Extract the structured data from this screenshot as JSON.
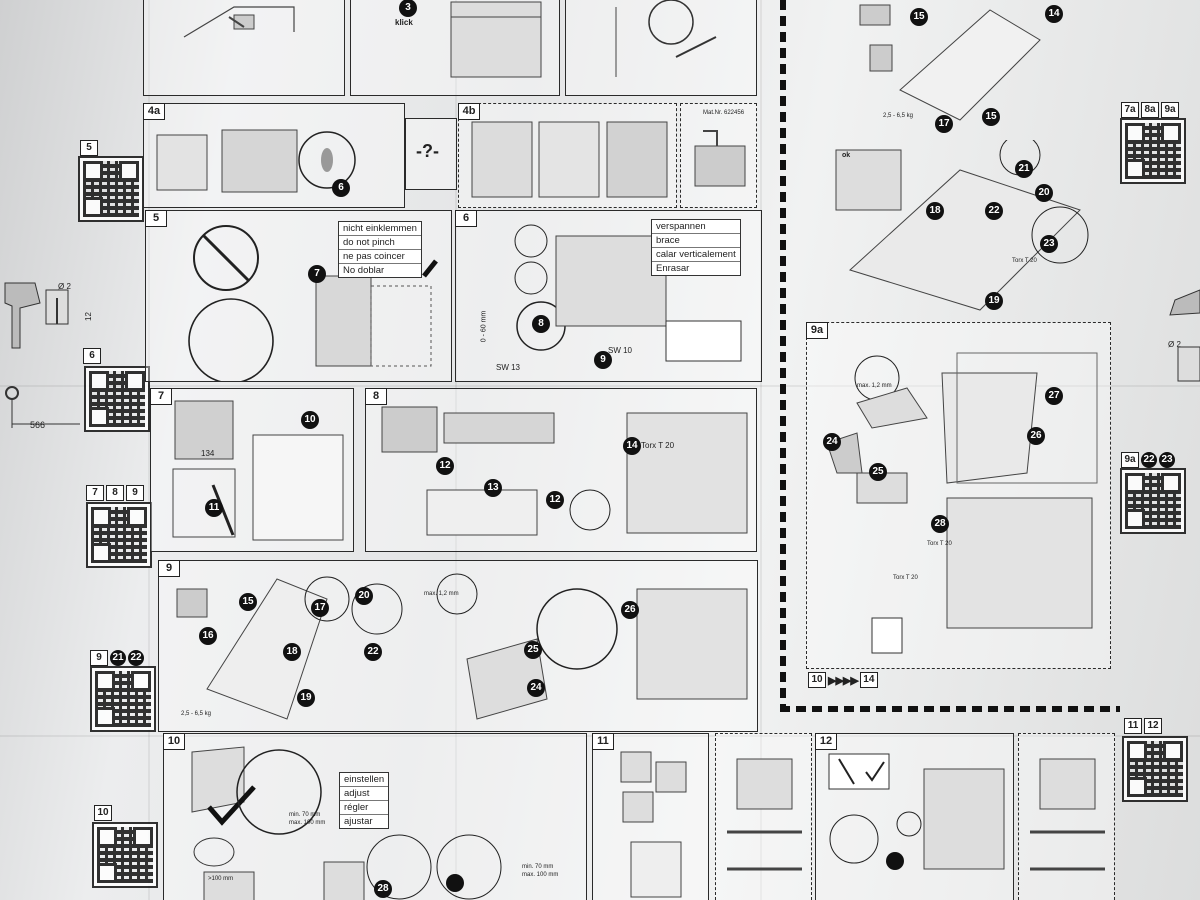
{
  "badges": {
    "s5": "5",
    "s6": "6",
    "s789": [
      "7",
      "8",
      "9"
    ],
    "s9": "9",
    "s9c": [
      "21",
      "22"
    ],
    "s10": "10",
    "s7a": [
      "7a",
      "8a",
      "9a"
    ],
    "s9a": "9a",
    "s9ac": [
      "22",
      "23"
    ],
    "s1112": [
      "11",
      "12"
    ],
    "flow_from": "10",
    "flow_to": "14"
  },
  "panels": {
    "p4a": "4a",
    "p4b": "4b",
    "p5": "5",
    "p6": "6",
    "p7": "7",
    "p8": "8",
    "p9": "9",
    "p10": "10",
    "p11": "11",
    "p12": "12",
    "p9a": "9a"
  },
  "langbox_pinch": [
    "nicht einklemmen",
    "do not pinch",
    "ne pas coincer",
    "No doblar"
  ],
  "langbox_brace": [
    "verspannen",
    "brace",
    "calar verticalement",
    "Enrasar"
  ],
  "langbox_adjust": [
    "einstellen",
    "adjust",
    "régler",
    "ajustar"
  ],
  "labels": {
    "mat_nr": "Mat.Nr. 622456",
    "klick": "klick",
    "sw13": "SW 13",
    "sw10": "SW 10",
    "torx20a": "Torx T 20",
    "torx20b": "Torx T 20",
    "torx20c": "Torx T 20",
    "torx20d": "Torx T 20",
    "max12a": "max. 1,2 mm",
    "max12b": "max. 1,2 mm",
    "weight_a": "2,5 - 6,5 kg",
    "weight_b": "2,5 - 6,5 kg",
    "dim_566": "566",
    "dim_d2": "Ø 2",
    "dim_12": "12",
    "dim_d2b": "Ø 2",
    "min70": "min. 70 mm",
    "max100": "max. 100 mm",
    "min70b": "min. 70 mm",
    "max100b": "max. 100 mm",
    "gt100": ">100 mm",
    "ok": "ok",
    "dim_0_60": "0 - 60 mm",
    "dim_134": "134"
  },
  "callouts": [
    "3",
    "6",
    "7",
    "8",
    "9",
    "10",
    "11",
    "12",
    "13",
    "14",
    "15",
    "16",
    "17",
    "18",
    "19",
    "20",
    "21",
    "22",
    "23",
    "24",
    "25",
    "26",
    "27",
    "28"
  ],
  "colors": {
    "paper": "#eceded",
    "ink": "#222222"
  }
}
